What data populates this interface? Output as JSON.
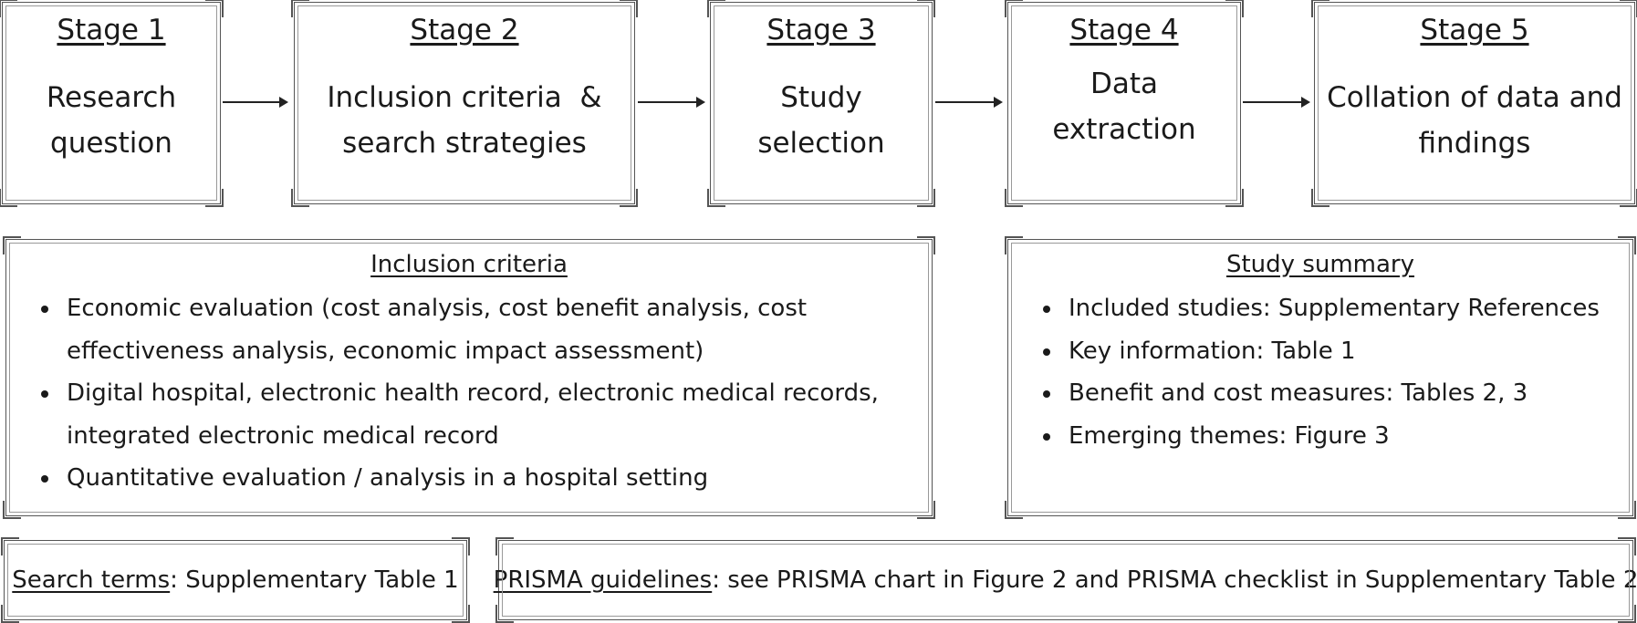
{
  "stages": [
    {
      "title": "Stage 1",
      "body_lines": [
        "Research",
        "question"
      ]
    },
    {
      "title": "Stage 2",
      "body_lines": [
        "Inclusion criteria  &",
        "search strategies"
      ]
    },
    {
      "title": "Stage 3",
      "body_lines": [
        "Study",
        "selection"
      ]
    },
    {
      "title": "Stage 4",
      "body_lines": [
        "Data extraction"
      ]
    },
    {
      "title": "Stage 5",
      "body_lines": [
        "Collation of data and",
        "findings"
      ]
    }
  ],
  "inclusion_criteria": {
    "title": "Inclusion criteria",
    "items": [
      "Economic evaluation (cost analysis, cost benefit analysis, cost effectiveness analysis, economic impact assessment)",
      "Digital hospital, electronic health record, electronic medical records, integrated electronic medical record",
      "Quantitative evaluation / analysis in a hospital setting"
    ]
  },
  "study_summary": {
    "title": "Study summary",
    "items": [
      "Included studies: Supplementary References",
      "Key information: Table 1",
      "Benefit and cost measures: Tables 2, 3",
      "Emerging themes: Figure 3"
    ]
  },
  "search_terms": {
    "label": "Search terms",
    "text": ": Supplementary Table 1"
  },
  "prisma": {
    "label": "PRISMA guidelines",
    "text": ": see PRISMA chart in Figure 2 and PRISMA checklist in Supplementary Table 2"
  }
}
